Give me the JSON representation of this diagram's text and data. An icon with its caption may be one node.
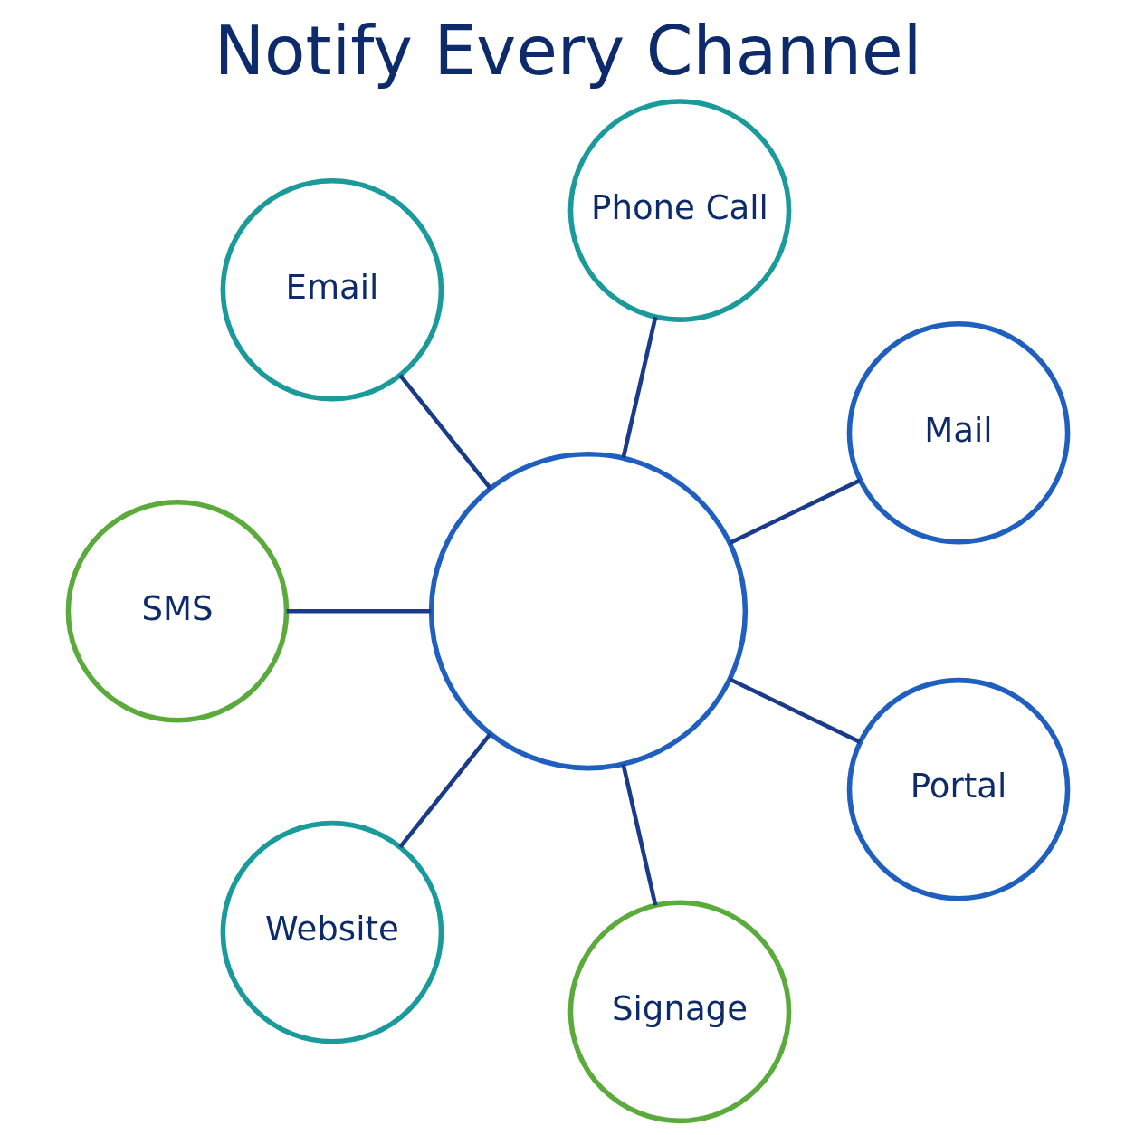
{
  "diagram": {
    "title": "Notify Every Channel",
    "nodes": [
      {
        "text": [
          "Mail"
        ]
      },
      {
        "text": [
          "Phone Call"
        ]
      },
      {
        "text": [
          "Email"
        ]
      },
      {
        "text": [],
        "shape": "circle"
      },
      {
        "text": [
          "SMS"
        ]
      },
      {
        "text": [
          "Website"
        ]
      },
      {
        "text": [
          "Signage"
        ]
      },
      {
        "text": [
          "Portal"
        ]
      }
    ],
    "edges": [
      {
        "from": 3,
        "to": 2,
        "arrow": "none"
      },
      {
        "from": 3,
        "to": 0,
        "arrow": "none"
      },
      {
        "from": 3,
        "to": 1,
        "arrow": "none"
      },
      {
        "from": 3,
        "to": 5,
        "arrow": "none"
      },
      {
        "from": 3,
        "to": 6,
        "arrow": "none"
      },
      {
        "from": 3,
        "to": 7,
        "arrow": "none"
      },
      {
        "from": 3,
        "to": 4,
        "arrow": "none"
      }
    ]
  }
}
